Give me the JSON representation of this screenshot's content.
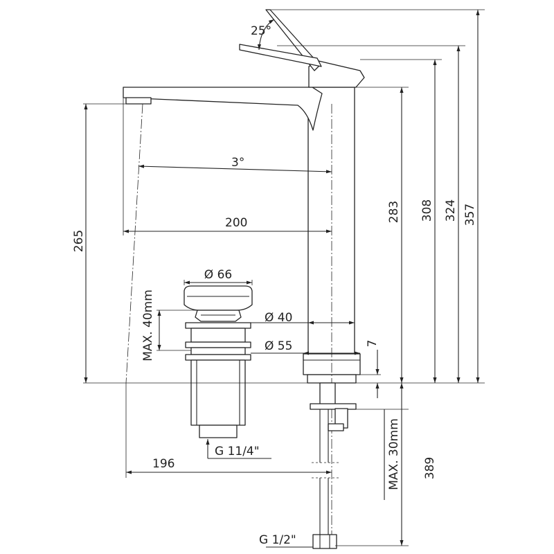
{
  "labels": {
    "angle_lever": "25°",
    "angle_spout": "3°",
    "spout_length": "200",
    "base_offset": "196",
    "spout_height": "265",
    "body_height": "283",
    "lever_height": "308",
    "lever_open_height": "324",
    "total_height": "357",
    "hose_length": "389",
    "waste_cap_diameter": "Ø 66",
    "body_diameter": "Ø 40",
    "base_diameter": "Ø 55",
    "base_thickness": "7",
    "max_waste_thickness": "MAX. 40mm",
    "max_deck_thickness": "MAX. 30mm",
    "waste_thread": "G 11/4\"",
    "hose_thread": "G 1/2\""
  },
  "colors": {
    "line": "#222222",
    "background": "#ffffff"
  }
}
